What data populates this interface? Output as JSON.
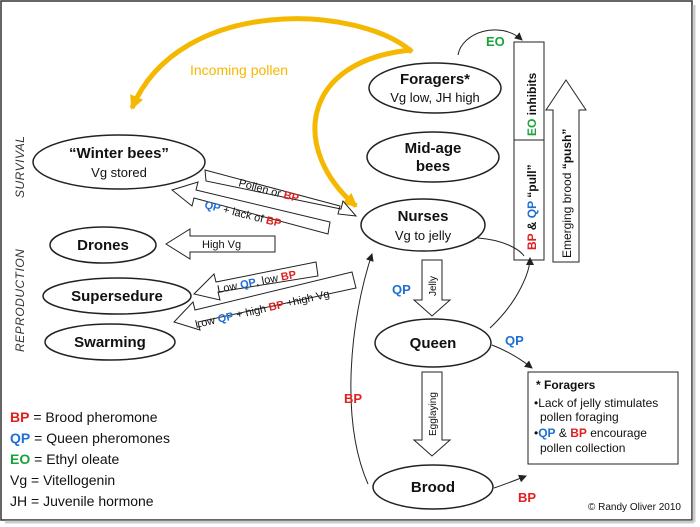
{
  "colors": {
    "bp": "#e02020",
    "qp": "#1f6fd1",
    "eo": "#19a33a",
    "pollen_arrow": "#f5b800",
    "text": "#111111"
  },
  "side_labels": {
    "survival": "SURVIVAL",
    "reproduction": "REPRODUCTION"
  },
  "nodes": {
    "foragers": {
      "title": "Foragers*",
      "sub": "Vg low, JH high"
    },
    "midage": {
      "line1": "Mid-age",
      "line2": "bees"
    },
    "nurses": {
      "title": "Nurses",
      "sub": "Vg to jelly"
    },
    "winter": {
      "title": "“Winter bees”",
      "sub": "Vg stored"
    },
    "drones": {
      "title": "Drones"
    },
    "supersedure": {
      "title": "Supersedure"
    },
    "swarming": {
      "title": "Swarming"
    },
    "queen": {
      "title": "Queen"
    },
    "brood": {
      "title": "Brood"
    }
  },
  "arrows": {
    "incoming_pollen": "Incoming pollen",
    "eo": "EO",
    "inhibits": "inhibits",
    "pull_bp": "BP",
    "pull_and": " & ",
    "pull_qp": "QP",
    "pull_word": " “pull”",
    "push_a": "Emerging brood ",
    "push_b": "“push”",
    "pollen_or": "Pollen or ",
    "bp": "BP",
    "qp": "QP",
    "lack_of": " + lack of ",
    "high_vg": "High Vg",
    "low": "Low ",
    "comma_low": ", low ",
    "plus_high": " + high ",
    "plus_high_vg": " +high Vg",
    "jelly": "Jelly",
    "egglaying": "Egglaying"
  },
  "legend": [
    {
      "abbr": "BP",
      "text": " = Brood pheromone",
      "color": "#e02020"
    },
    {
      "abbr": "QP",
      "text": " =  Queen pheromones",
      "color": "#1f6fd1"
    },
    {
      "abbr": "EO",
      "text": " =  Ethyl oleate",
      "color": "#19a33a"
    },
    {
      "abbr": "Vg",
      "text": " =  Vitellogenin",
      "color": "#111111"
    },
    {
      "abbr": "JH",
      "text": " = Juvenile hormone",
      "color": "#111111"
    }
  ],
  "note": {
    "title": "* Foragers",
    "line1": "•Lack of jelly stimulates",
    "line2": "pollen foraging",
    "line3_b1": "•",
    "line3_qp": "QP",
    "line3_amp": " & ",
    "line3_bp": "BP",
    "line3_rest": " encourage",
    "line4": "pollen collection"
  },
  "copyright": "© Randy Oliver 2010"
}
